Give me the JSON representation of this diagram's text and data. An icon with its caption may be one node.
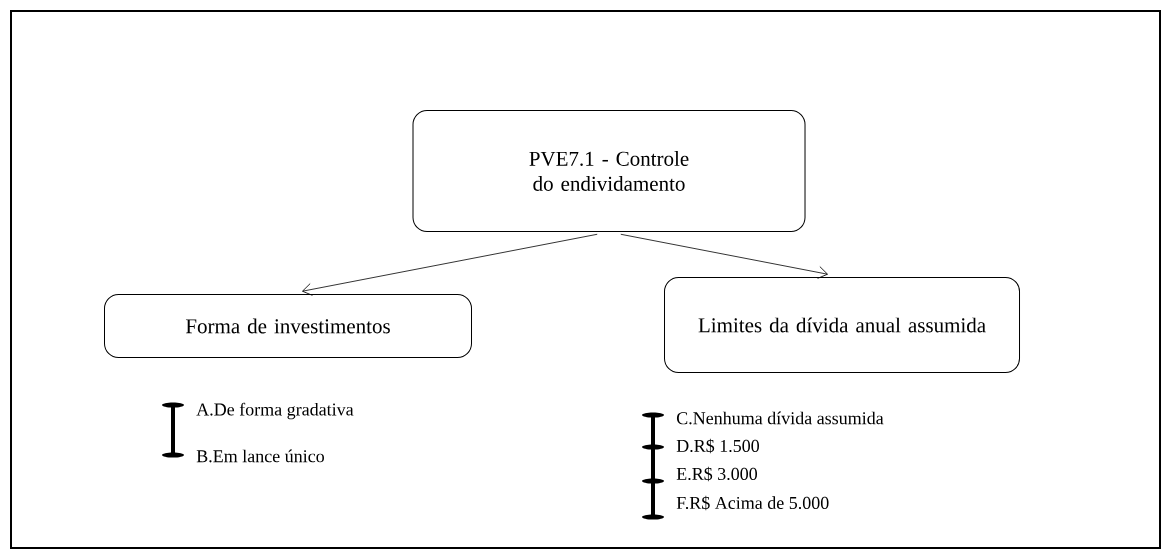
{
  "diagram": {
    "nodes": [
      {
        "text": [
          "PVE7.1 - Controle do endividamento"
        ]
      },
      {
        "text": [
          "Forma de investimentos"
        ]
      },
      {
        "text": [
          "Limites da dívida anual assumida"
        ]
      }
    ],
    "edges": [
      {
        "from": 0,
        "to": 1,
        "arrow": "to"
      },
      {
        "from": 0,
        "to": 2,
        "arrow": "to"
      }
    ],
    "labels": [
      "A.De forma gradativa",
      "B.Em lance único",
      "C.Nenhuma dívida assumida",
      "D.R$ 1.500",
      "E.R$ 3.000",
      "F.R$ Acima  de 5.000"
    ]
  }
}
